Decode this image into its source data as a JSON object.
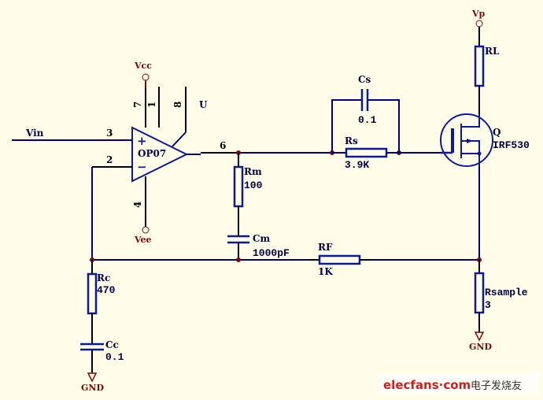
{
  "diagram": {
    "type": "circuit-schematic",
    "power": {
      "vcc": "Vcc",
      "vee": "Vee",
      "vp": "Vp",
      "gnd_left": "GND",
      "gnd_right": "GND"
    },
    "opamp": {
      "name": "OP07",
      "ref": "U",
      "pins": {
        "noninv": "3",
        "inv": "2",
        "out": "6",
        "vplus": "7",
        "vminus": "4",
        "offset1": "1",
        "offset8": "8"
      },
      "plus_sign": "+",
      "minus_sign": "−"
    },
    "input": {
      "label": "Vin"
    },
    "components": {
      "rm": {
        "ref": "Rm",
        "value": "100"
      },
      "cm": {
        "ref": "Cm",
        "value": "1000pF"
      },
      "rs": {
        "ref": "Rs",
        "value": "3.9K"
      },
      "cs": {
        "ref": "Cs",
        "value": "0.1"
      },
      "rf": {
        "ref": "RF",
        "value": "1K"
      },
      "rc": {
        "ref": "Rc",
        "value": "470"
      },
      "cc": {
        "ref": "Cc",
        "value": "0.1"
      },
      "rl": {
        "ref": "RL",
        "value": ""
      },
      "rsample": {
        "ref": "Rsample",
        "value": "3"
      },
      "q": {
        "ref": "Q",
        "value": "IRF530"
      }
    }
  },
  "watermark": {
    "site": "elecfans·com",
    "chinese": "电子发烧友"
  }
}
